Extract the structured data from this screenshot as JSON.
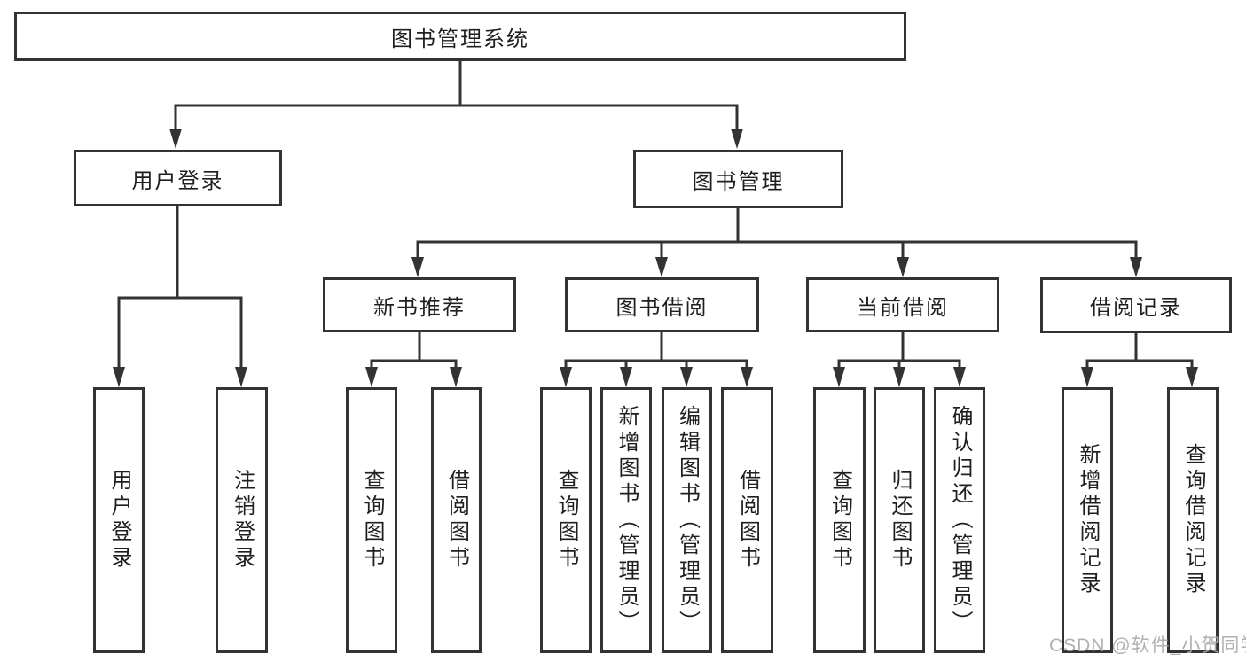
{
  "diagram": {
    "root": {
      "label": "图书管理系统"
    },
    "branches": [
      {
        "label": "用户登录",
        "children": [
          {
            "label": "用户登录"
          },
          {
            "label": "注销登录"
          }
        ]
      },
      {
        "label": "图书管理",
        "children": [
          {
            "label": "新书推荐",
            "children": [
              {
                "label": "查询图书"
              },
              {
                "label": "借阅图书"
              }
            ]
          },
          {
            "label": "图书借阅",
            "children": [
              {
                "label": "查询图书"
              },
              {
                "label": "新增图书（管理员）"
              },
              {
                "label": "编辑图书（管理员）"
              },
              {
                "label": "借阅图书"
              }
            ]
          },
          {
            "label": "当前借阅",
            "children": [
              {
                "label": "查询图书"
              },
              {
                "label": "归还图书"
              },
              {
                "label": "确认归还（管理员）"
              }
            ]
          },
          {
            "label": "借阅记录",
            "children": [
              {
                "label": "新增借阅记录"
              },
              {
                "label": "查询借阅记录"
              }
            ]
          }
        ]
      }
    ]
  },
  "watermark": {
    "text": "CSDN @软件_小贺同学"
  },
  "colors": {
    "line": "#333333",
    "ink": "#1f1f1f",
    "wm": "#a9a9a9",
    "bg": "#ffffff"
  }
}
